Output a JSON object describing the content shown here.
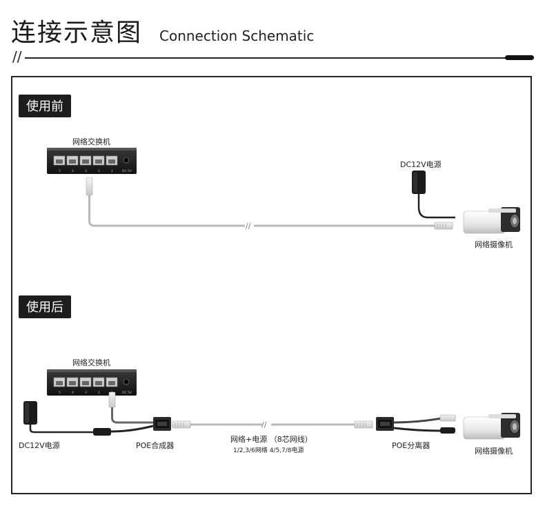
{
  "header": {
    "title_cn": "连接示意图",
    "title_en": "Connection Schematic",
    "divider_mark": "//"
  },
  "before": {
    "badge": "使用前",
    "switch_label": "网络交换机",
    "power_label": "DC12V电源",
    "camera_label": "网络摄像机",
    "switch_ports": [
      "5",
      "4",
      "3",
      "2",
      "1"
    ],
    "switch_power_port": "DC 5V"
  },
  "after": {
    "badge": "使用后",
    "switch_label": "网络交换机",
    "power_label": "DC12V电源",
    "injector_label": "POE合成器",
    "cable_label": "网络+电源 （8芯网线）",
    "cable_detail": "1/2,3/6网络  4/5,7/8电源",
    "splitter_label": "POE分离器",
    "camera_label": "网络摄像机",
    "switch_ports": [
      "5",
      "4",
      "3",
      "2",
      "1"
    ],
    "switch_power_port": "DC 5V"
  }
}
